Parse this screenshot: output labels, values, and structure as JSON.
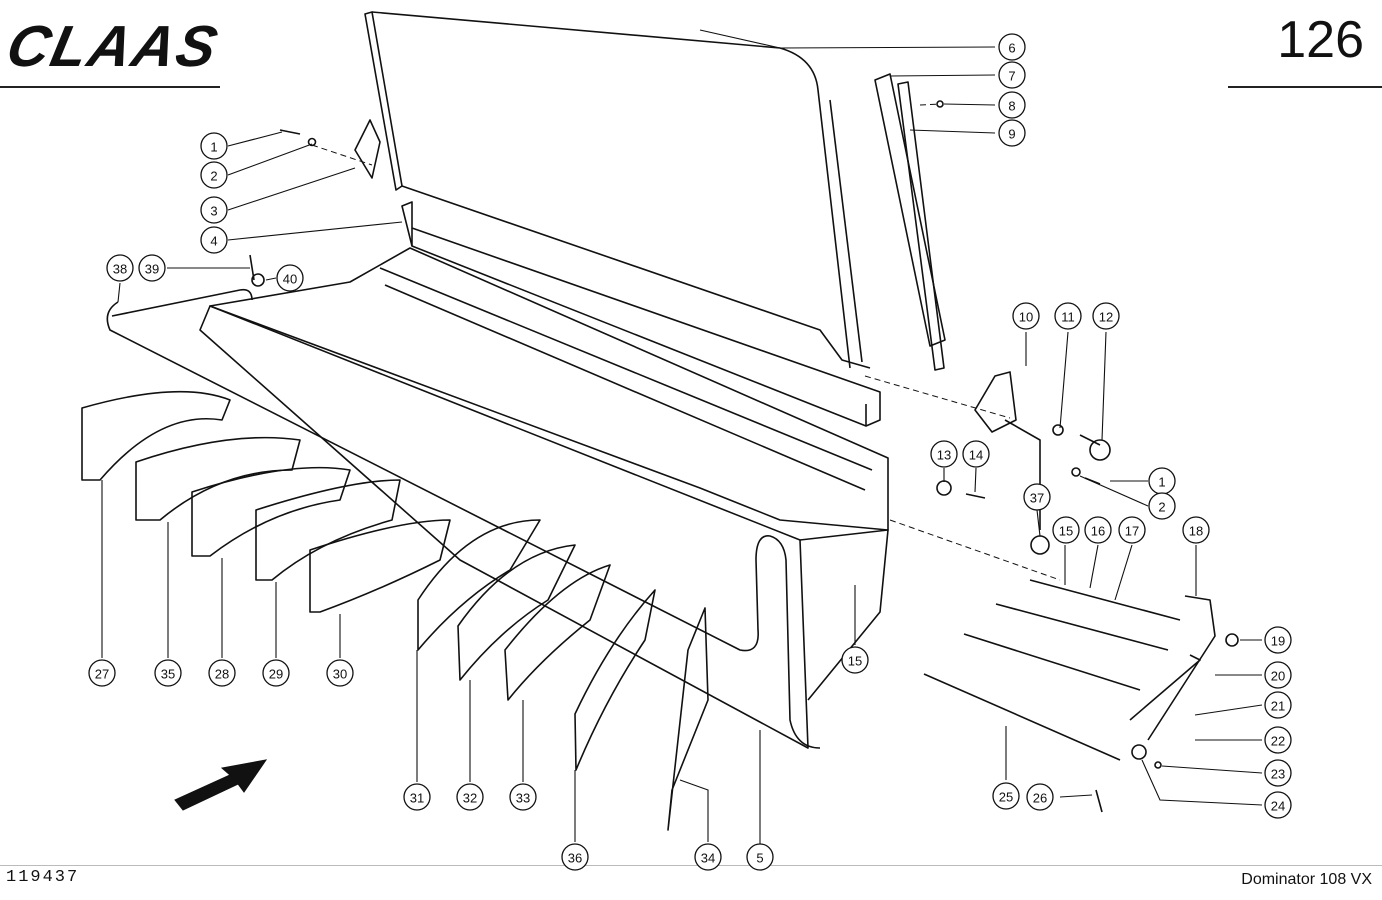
{
  "header": {
    "brand": "CLAAS",
    "page_number": "126"
  },
  "footer": {
    "drawing_number": "119437",
    "model": "Dominator 108 VX"
  },
  "callouts": [
    "1",
    "2",
    "3",
    "4",
    "5",
    "6",
    "7",
    "8",
    "9",
    "10",
    "11",
    "12",
    "13",
    "14",
    "15",
    "16",
    "17",
    "18",
    "19",
    "20",
    "21",
    "22",
    "23",
    "24",
    "25",
    "26",
    "27",
    "28",
    "29",
    "30",
    "31",
    "32",
    "33",
    "34",
    "35",
    "36",
    "37",
    "38",
    "39",
    "40"
  ]
}
